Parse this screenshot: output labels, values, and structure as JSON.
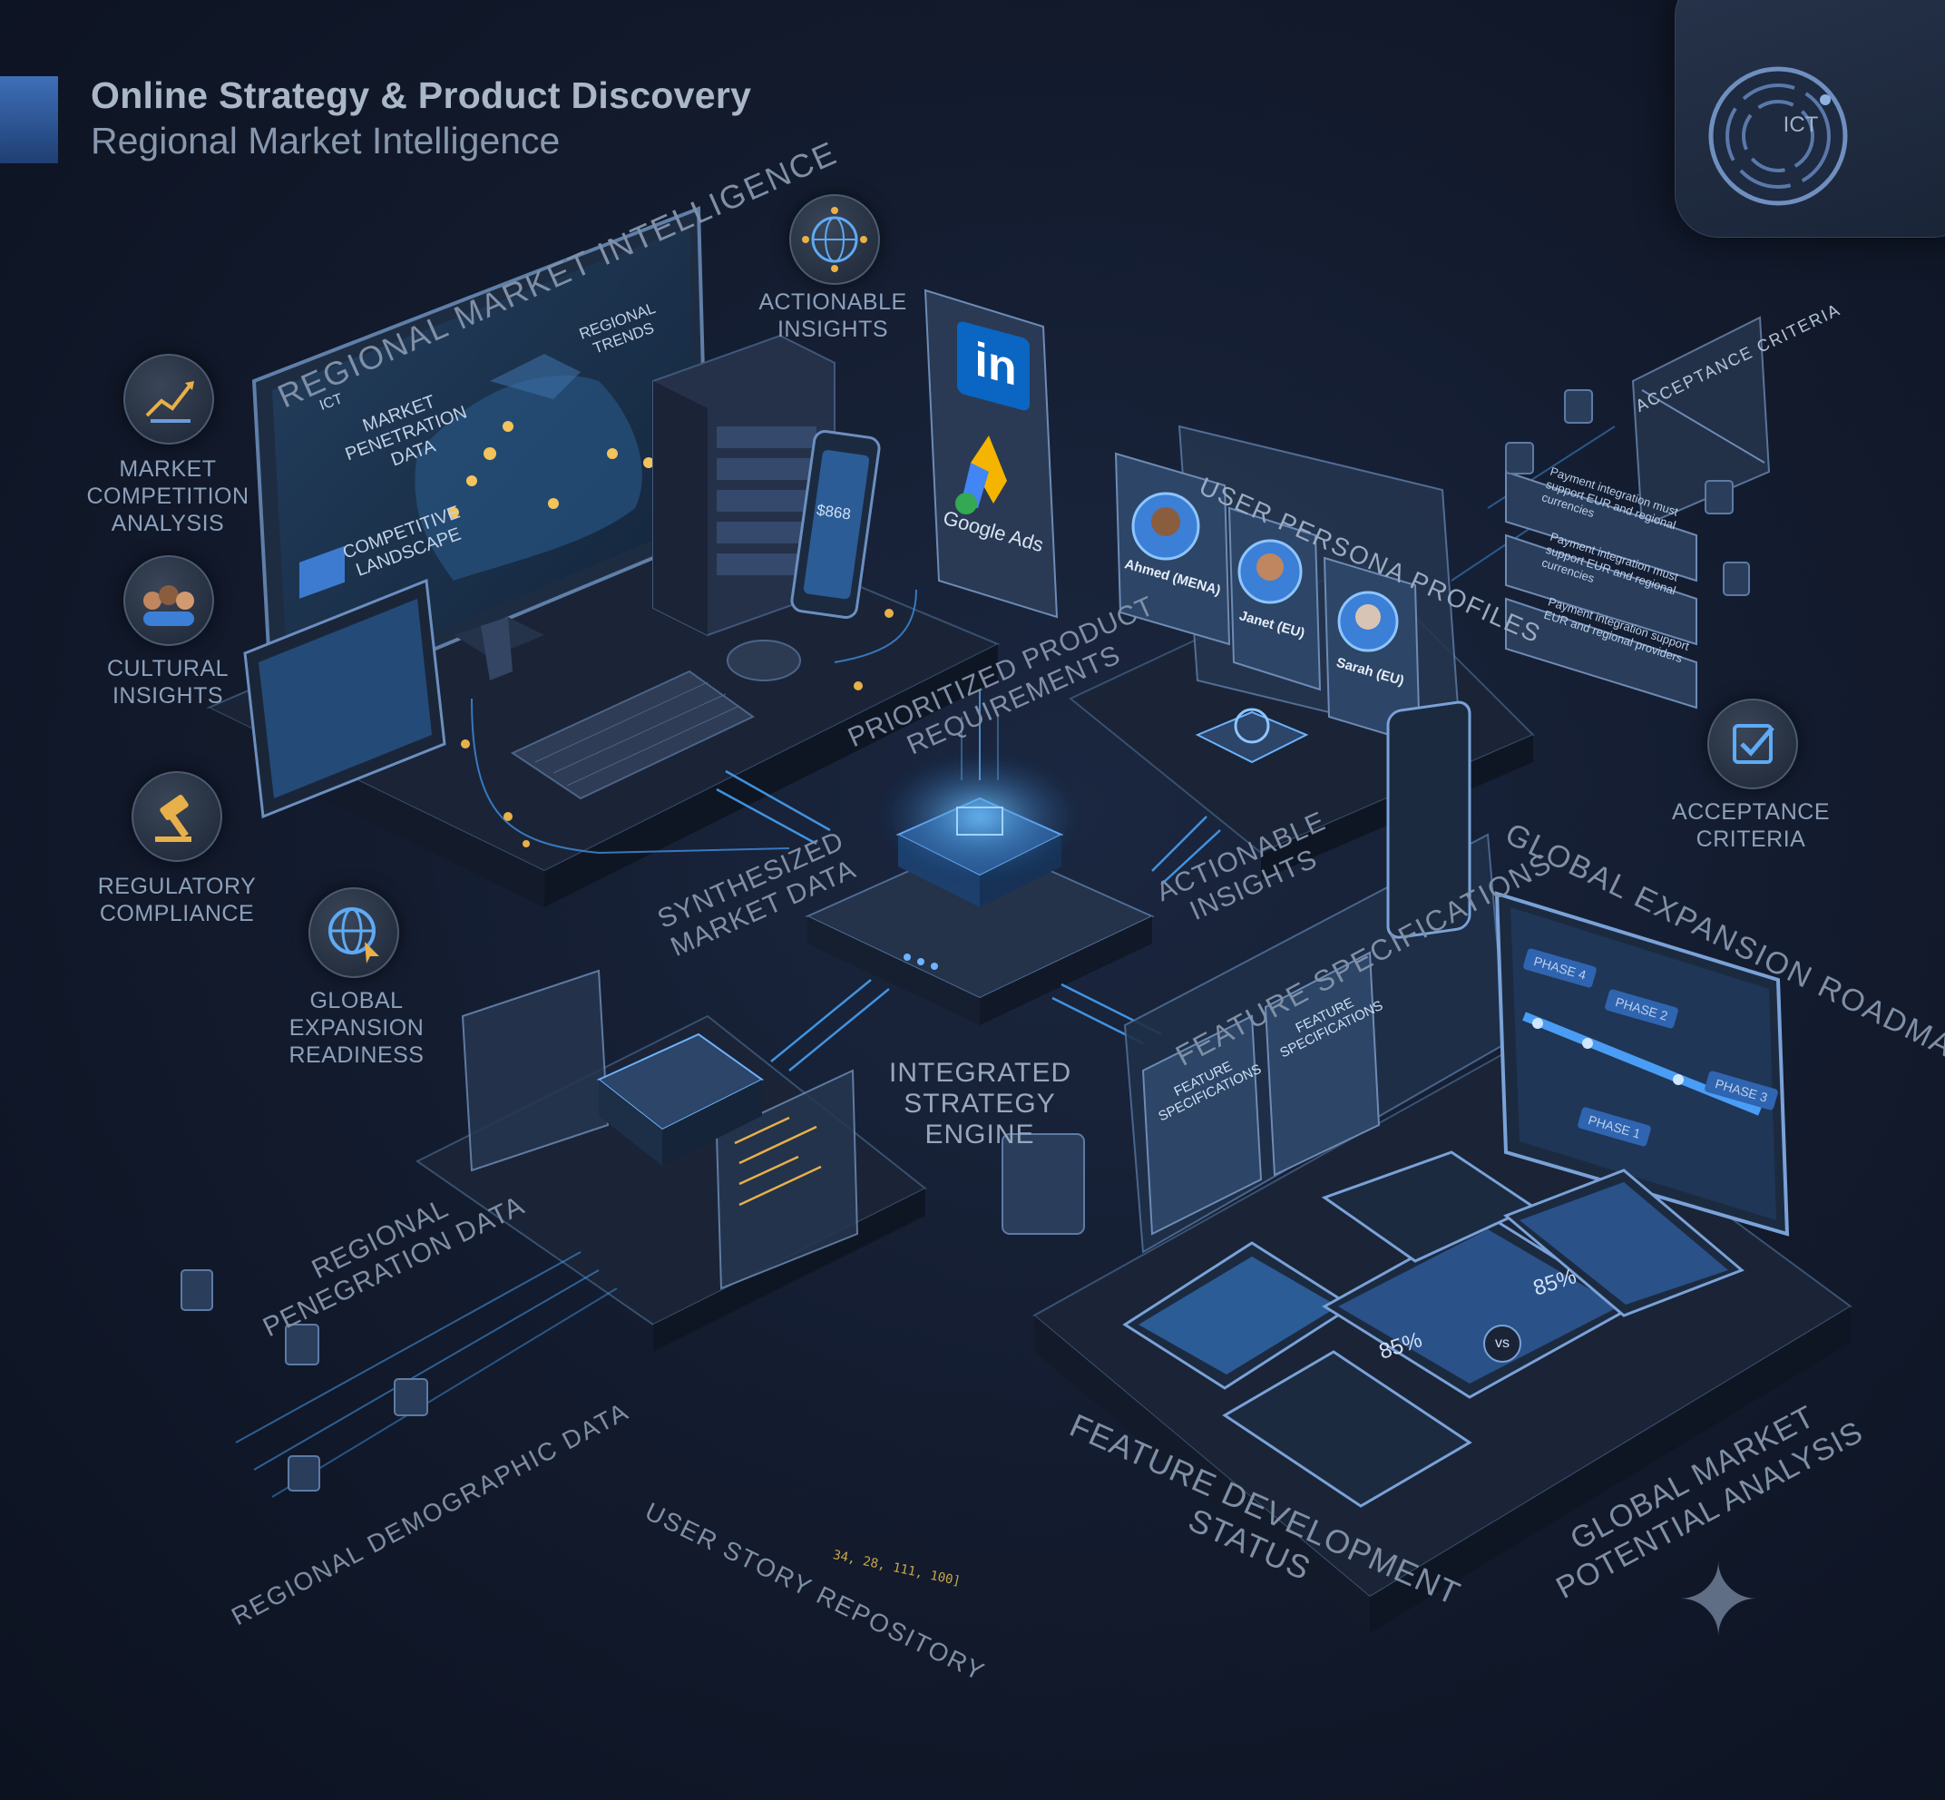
{
  "header": {
    "title": "Online Strategy & Product Discovery",
    "subtitle": "Regional Market Intelligence"
  },
  "logo": {
    "text": "ICT"
  },
  "left_features": [
    {
      "label": "MARKET\nCOMPETITION\nANALYSIS",
      "icon": "growth-chart-icon"
    },
    {
      "label": "CULTURAL\nINSIGHTS",
      "icon": "people-group-icon"
    },
    {
      "label": "REGULATORY\nCOMPLIANCE",
      "icon": "gavel-icon"
    },
    {
      "label": "GLOBAL EXPANSION\nREADINESS",
      "icon": "globe-cursor-icon"
    }
  ],
  "top_feature": {
    "label": "ACTIONABLE\nINSIGHTS",
    "icon": "globe-network-icon"
  },
  "right_feature": {
    "label": "ACCEPTANCE\nCRITERIA",
    "icon": "checkbox-icon"
  },
  "sections": {
    "regional_market_intelligence": "REGIONAL MARKET INTELLIGENCE",
    "user_persona_profiles": "USER PERSONA PROFILES",
    "acceptance_criteria": "ACCEPTANCE CRITERIA",
    "prioritized_requirements": "PRIORITIZED PRODUCT\nREQUIREMENTS",
    "synthesized_market_data": "SYNTHESIZED\nMARKET DATA",
    "actionable_insights_flow": "ACTIONABLE\nINSIGHTS",
    "integrated_engine": "INTEGRATED\nSTRATEGY\nENGINE",
    "feature_specifications": "FEATURE SPECIFICATIONS",
    "global_expansion_roadmap": "GLOBAL EXPANSION ROADMAP",
    "regional_penetration_data": "REGIONAL\nPENEGRATION DATA",
    "regional_demographic_data": "REGIONAL DEMOGRAPHIC DATA",
    "user_story_repository": "USER STORY REPOSITORY",
    "feature_development_status": "FEATURE DEVELOPMENT\nSTATUS",
    "global_market_potential": "GLOBAL MARKET\nPOTENTIAL ANALYSIS"
  },
  "monitor": {
    "brand": "ICT",
    "map_labels": [
      "MARKET\nPENETRATION\nDATA",
      "COMPETITIVE\nLANDSCAPE",
      "REGIONAL\nTRENDS"
    ]
  },
  "phone": {
    "value": "$868"
  },
  "ads": {
    "linkedin": "in",
    "google": "Google Ads"
  },
  "personas": [
    {
      "name": "Ahmed (MENA)"
    },
    {
      "name": "Janet (EU)"
    },
    {
      "name": "Sarah (EU)"
    }
  ],
  "criteria": [
    "Payment integration must support EUR and regional currencies",
    "Payment integration must support EUR and regional currencies",
    "Payment integration support EUR and regional providers"
  ],
  "feature_specs": [
    "FEATURE\nSPECIFICATIONS",
    "FEATURE\nSPECIFICATIONS"
  ],
  "roadmap_phases": [
    "PHASE 4",
    "PHASE 2",
    "PHASE 3",
    "PHASE 1"
  ],
  "tablet_stats": [
    "85%",
    "vs",
    "85%"
  ],
  "code_numbers": "34, 28, 111, 100]",
  "colors": {
    "background": "#121a2c",
    "accent_blue": "#3d8cf0",
    "glow": "#56b4ff",
    "text": "#8da0ba",
    "gold": "#e8b04a"
  }
}
